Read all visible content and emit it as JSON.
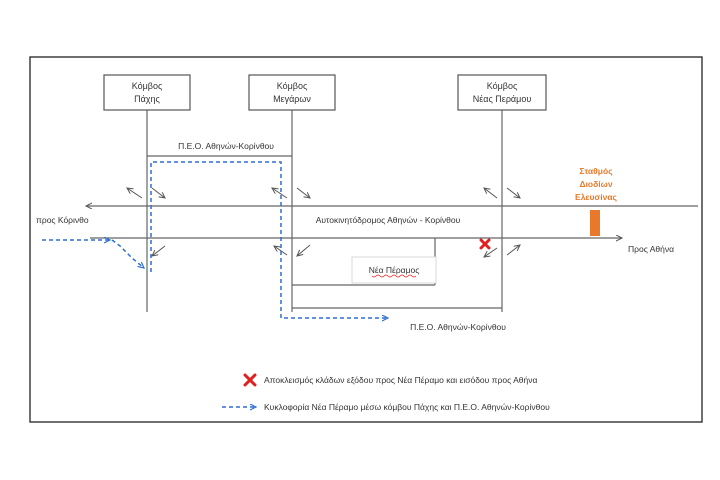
{
  "nodes": [
    {
      "line1": "Κόμβος",
      "line2": "Πάχης"
    },
    {
      "line1": "Κόμβος",
      "line2": "Μεγάρων"
    },
    {
      "line1": "Κόμβος",
      "line2": "Νέας Περάμου"
    }
  ],
  "labels": {
    "peo_top": "Π.Ε.Ο. Αθηνών-Κορίνθου",
    "peo_bottom": "Π.Ε.Ο. Αθηνών-Κορίνθου",
    "to_korinthos": "προς Κόρινθο",
    "to_athens": "Προς Αθήνα",
    "motorway": "Αυτοκινητόδρομος Αθηνών - Κορίνθου",
    "nea_peramos": "Νέα Πέραμος"
  },
  "toll": {
    "line1": "Σταθμός",
    "line2": "Διοδίων",
    "line3": "Ελευσίνας"
  },
  "legend": {
    "closure": "Αποκλεισμός κλάδων εξόδου προς Νέα Πέραμο και εισόδου προς Αθήνα",
    "detour": "Κυκλοφορία Νέα Πέραμο μέσω κόμβου Πάχης και Π.Ε.Ο. Αθηνών-Κορίνθου"
  },
  "colors": {
    "road": "#666666",
    "detour": "#2e6fd3",
    "closure": "#e02020",
    "toll": "#e8782a"
  },
  "icons": {
    "closure": "cross-mark",
    "detour": "dashed-arrow"
  }
}
